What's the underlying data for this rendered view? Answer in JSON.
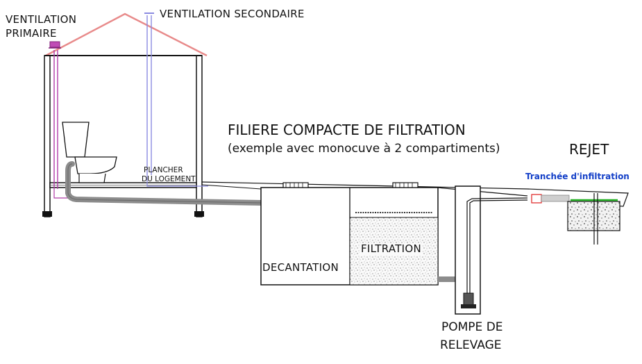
{
  "labels": {
    "ventilation_primaire_1": "VENTILATION",
    "ventilation_primaire_2": "PRIMAIRE",
    "ventilation_secondaire": "VENTILATION SECONDAIRE",
    "plancher_1": "PLANCHER",
    "plancher_2": "DU LOGEMENT",
    "title": "FILIERE COMPACTE DE FILTRATION",
    "subtitle": "(exemple avec monocuve à 2 compartiments)",
    "rejet": "REJET",
    "tranchee": "Tranchée d'infiltration",
    "decantation": "DECANTATION",
    "filtration": "FILTRATION",
    "pompe_1": "POMPE DE",
    "pompe_2": "RELEVAGE"
  },
  "colors": {
    "roof": "#e88a8a",
    "primary_vent": "#b03aa8",
    "secondary_vent": "#8a8ae0",
    "pipe_gray": "#8c8c8c",
    "infiltration_green": "#22b022",
    "outlet_red": "#e03030",
    "label_blue": "#1440c8"
  }
}
